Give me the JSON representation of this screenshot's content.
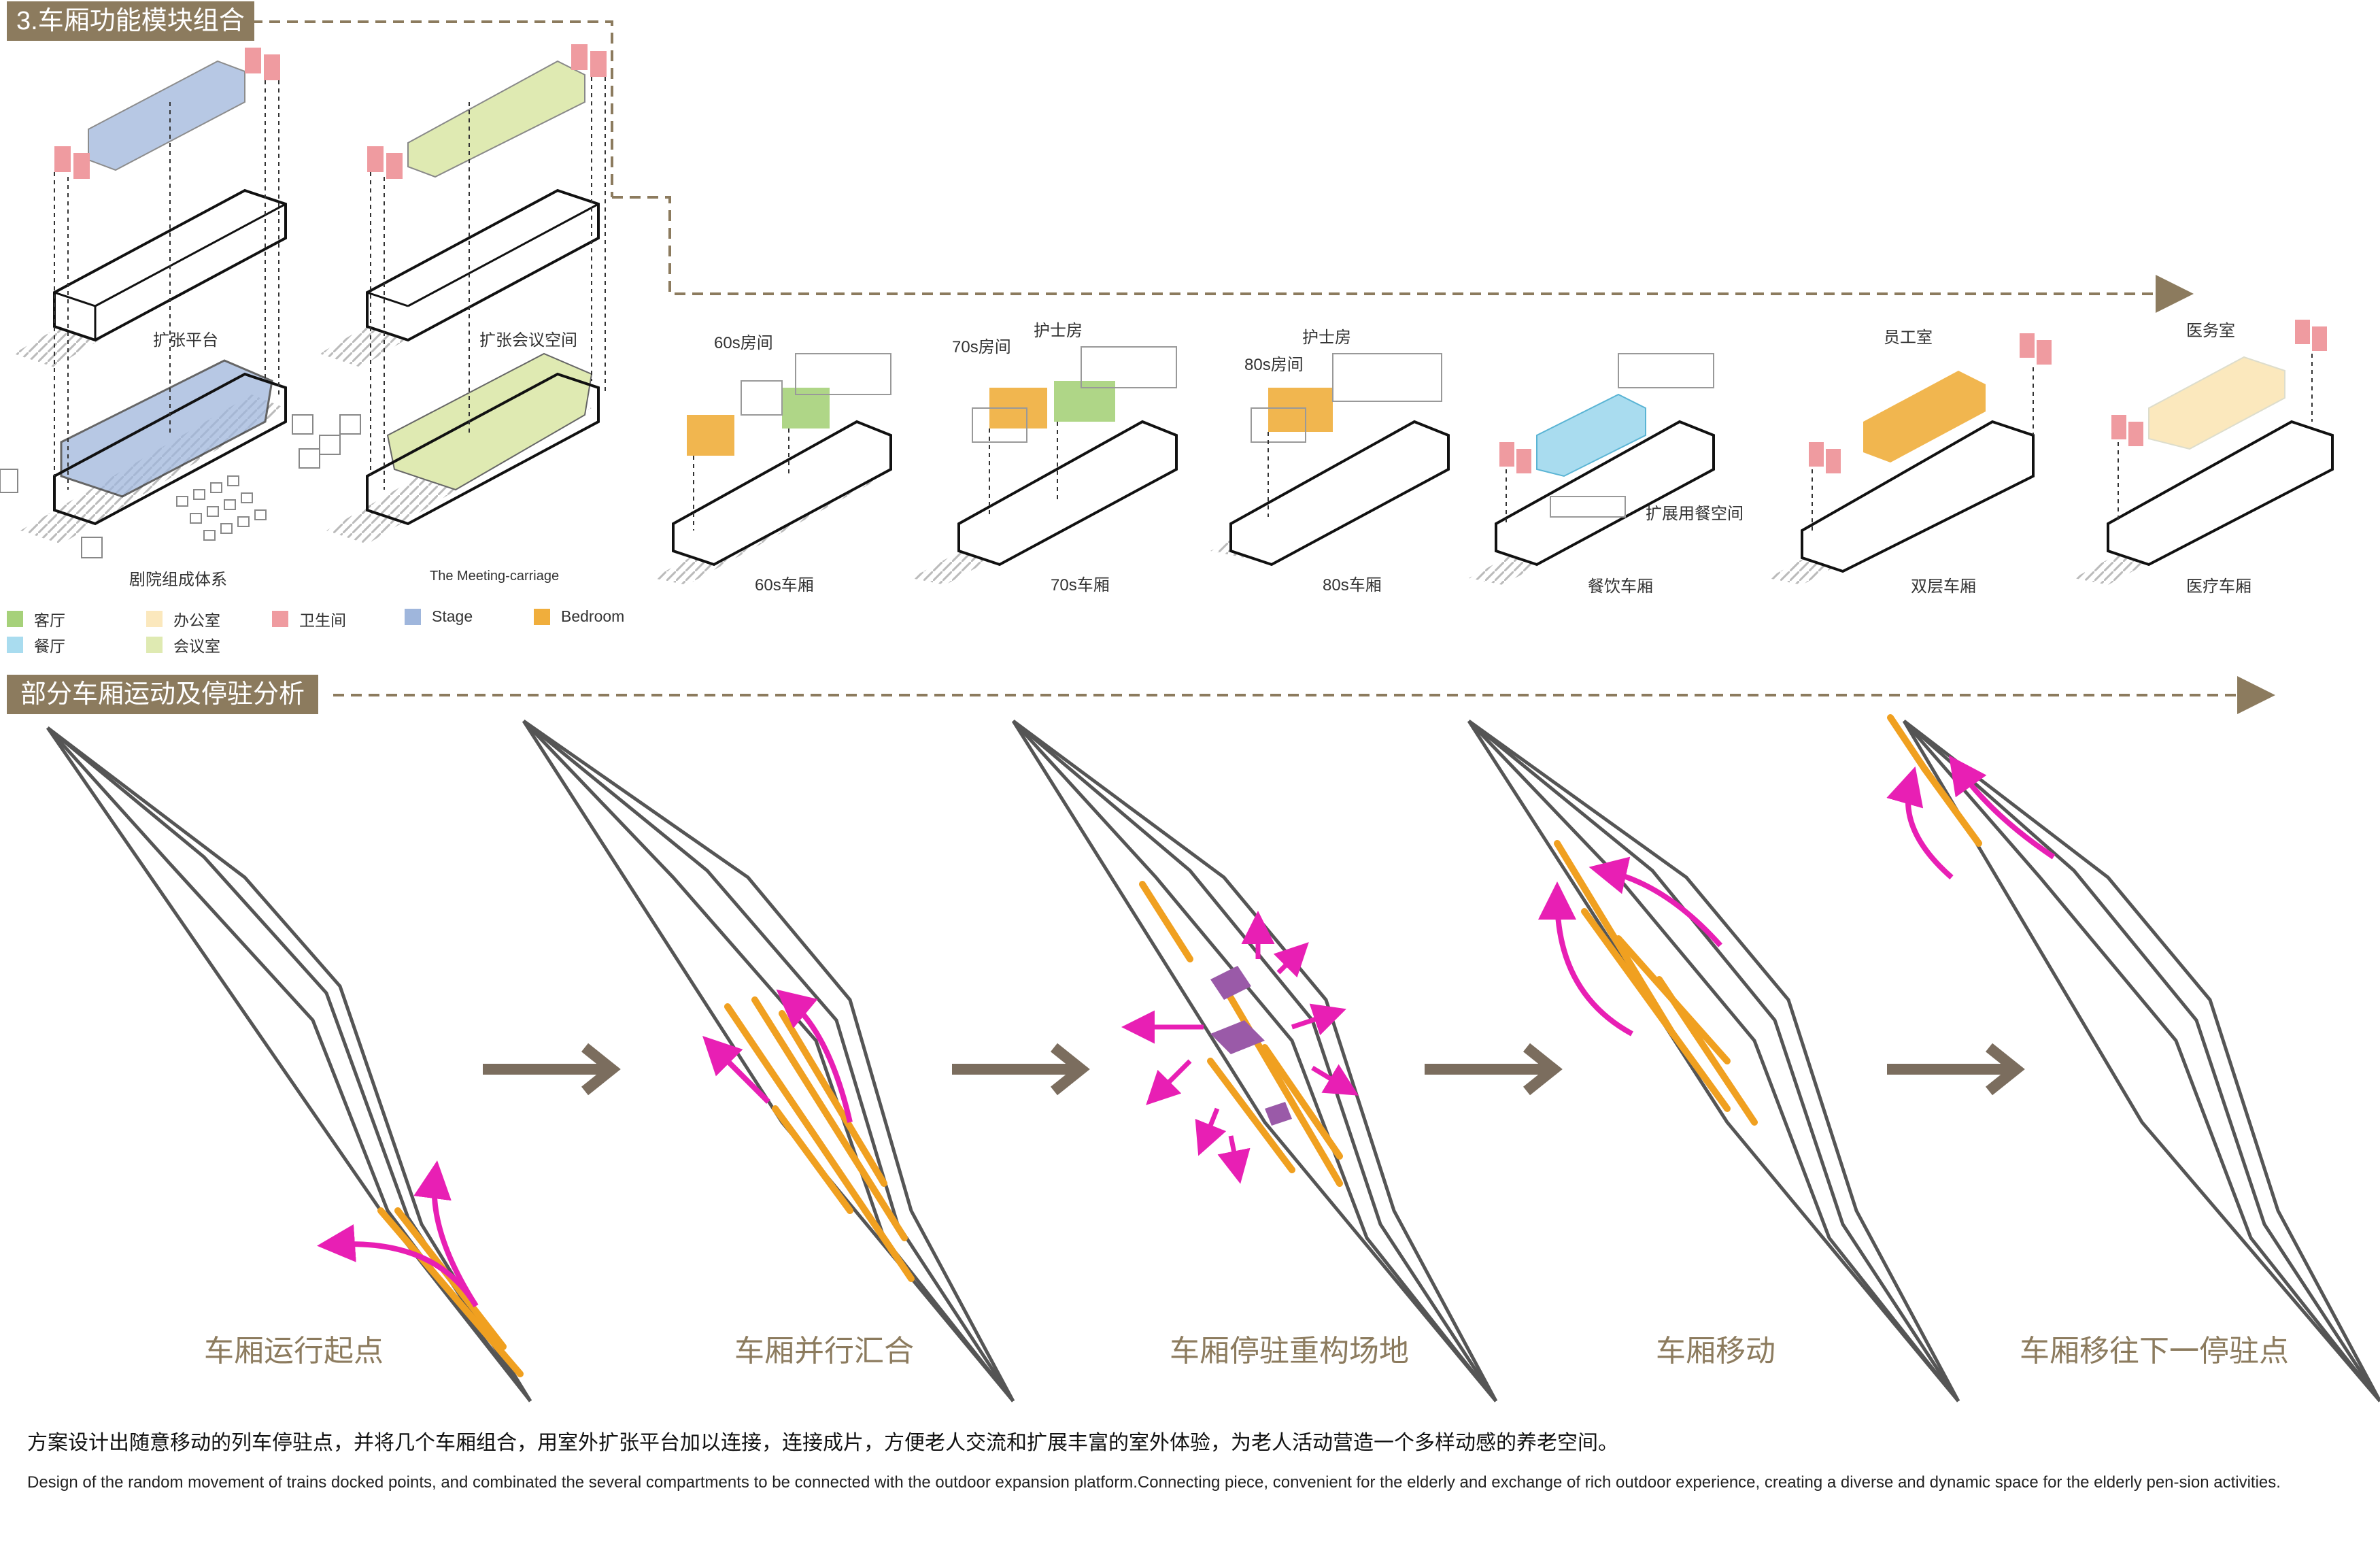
{
  "section1": {
    "title": "3.车厢功能模块组合"
  },
  "section2": {
    "title": "部分车厢运动及停驻分析"
  },
  "modules": [
    {
      "caption": "剧院组成体系",
      "callouts": [
        "扩张平台"
      ]
    },
    {
      "caption": "The Meeting-carriage",
      "callouts": [
        "扩张会议空间"
      ]
    },
    {
      "caption": "60s车厢",
      "callouts": [
        "60s房间"
      ]
    },
    {
      "caption": "70s车厢",
      "callouts": [
        "70s房间",
        "护士房"
      ]
    },
    {
      "caption": "80s车厢",
      "callouts": [
        "80s房间",
        "护士房"
      ]
    },
    {
      "caption": "餐饮车厢",
      "callouts": [
        "扩展用餐空间"
      ]
    },
    {
      "caption": "双层车厢",
      "callouts": [
        "员工室"
      ]
    },
    {
      "caption": "医疗车厢",
      "callouts": [
        "医务室"
      ]
    }
  ],
  "legend": [
    {
      "label": "客厅",
      "color": "#a6d17a"
    },
    {
      "label": "办公室",
      "color": "#fbe8bd"
    },
    {
      "label": "卫生间",
      "color": "#ef9ba0"
    },
    {
      "label": "Stage",
      "color": "#9fb6dc"
    },
    {
      "label": "Bedroom",
      "color": "#f0ae3c"
    },
    {
      "label": "餐厅",
      "color": "#a9dcef"
    },
    {
      "label": "会议室",
      "color": "#dfeab2"
    }
  ],
  "stages": [
    {
      "label": "车厢运行起点"
    },
    {
      "label": "车厢并行汇合"
    },
    {
      "label": "车厢停驻重构场地"
    },
    {
      "label": "车厢移动"
    },
    {
      "label": "车厢移往下一停驻点"
    }
  ],
  "description": {
    "cn": "方案设计出随意移动的列车停驻点，并将几个车厢组合，用室外扩张平台加以连接，连接成片，方便老人交流和扩展丰富的室外体验，为老人活动营造一个多样动感的养老空间。",
    "en": "Design of the random movement of trains docked points, and  combinated the  several compartments to be connected with the outdoor expansion platform.Connecting piece, convenient for the elderly and   exchange of rich outdoor experience, creating a diverse and dynamic space for the elderly pen-sion activities."
  },
  "colors": {
    "header_bg": "#8c7b5e",
    "stage_text": "#8c7b5e",
    "track": "#555555",
    "car": "#f0a020",
    "arrow": "#e81fb4",
    "platform": "#9a5aa8",
    "big_arrow": "#7b6d5e"
  }
}
